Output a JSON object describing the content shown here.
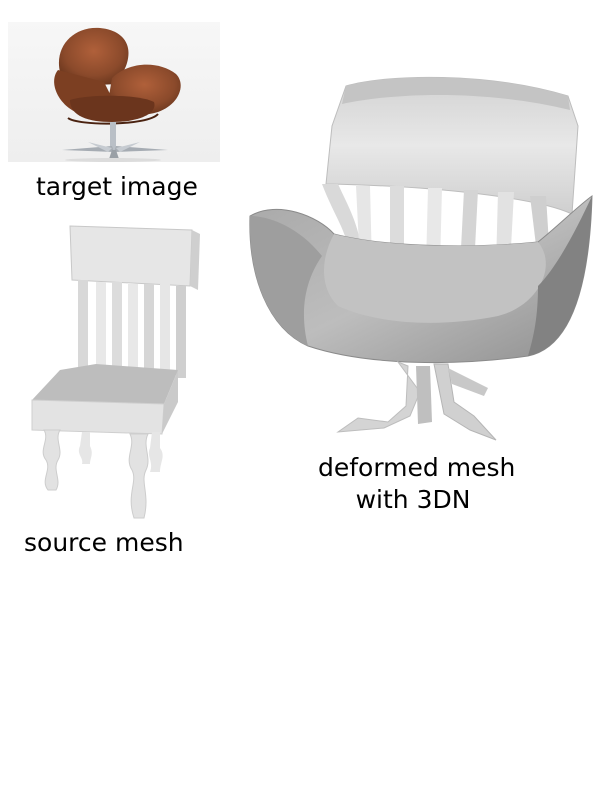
{
  "figure": {
    "target_caption": "target image",
    "source_caption": "source mesh",
    "deformed_caption_line1": "deformed mesh",
    "deformed_caption_line2": "with 3DN"
  },
  "colors": {
    "leather": "#8b4a2b",
    "mesh_light": "#e4e4e4",
    "mesh_mid": "#b8b8b8",
    "mesh_dark": "#8e8e8e",
    "metal": "#b9bfc6"
  }
}
